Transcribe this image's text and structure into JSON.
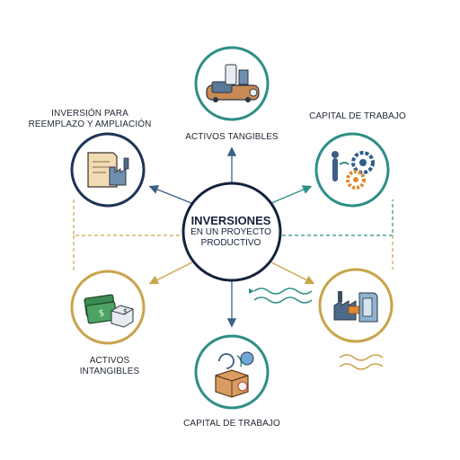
{
  "center": {
    "line1": "INVERSIONES",
    "line2": "EN UN PROYECTO",
    "line3": "PRODUCTIVO"
  },
  "nodes": {
    "top": {
      "label": "ACTIVOS TANGIBLES",
      "icon": "factory-machine-icon",
      "ring_color": "#2e8f86"
    },
    "upper_left": {
      "label_line1": "INVERSIÓN PARA",
      "label_line2": "REEMPLAZO Y AMPLIACIÓN",
      "icon": "document-factory-icon",
      "ring_color": "#1c3557"
    },
    "upper_right": {
      "label": "CAPITAL DE TRABAJO",
      "icon": "gears-hand-icon",
      "ring_color": "#2e8f86"
    },
    "lower_left": {
      "label_line1": "ACTIVOS",
      "label_line2": "INTANGIBLES",
      "icon": "money-box-icon",
      "ring_color": "#c9a44a"
    },
    "lower_right": {
      "label": "",
      "icon": "factory-arrow-icon",
      "ring_color": "#c9a44a"
    },
    "bottom": {
      "label": "CAPITAL DE TRABAJO",
      "icon": "open-box-cycle-icon",
      "ring_color": "#2e8f86"
    }
  },
  "colors": {
    "navy": "#1c3557",
    "teal": "#2e8f86",
    "gold": "#c9a44a",
    "arrow_blue": "#3b5f85"
  }
}
